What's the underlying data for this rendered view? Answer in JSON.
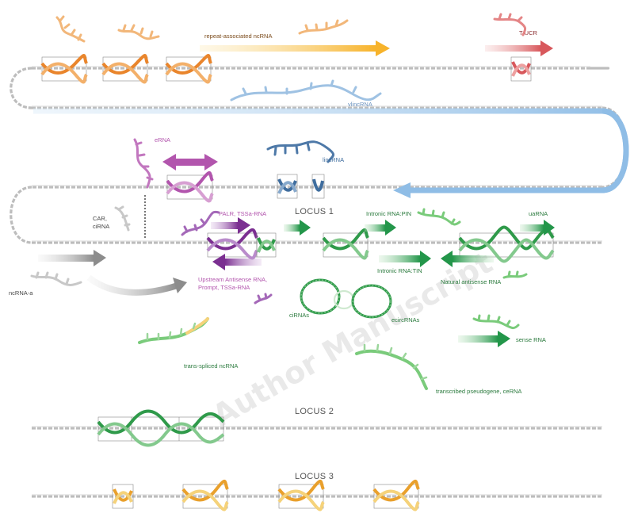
{
  "watermark": "Author Manuscript",
  "loci": {
    "locus1": "LOCUS 1",
    "locus2": "LOCUS 2",
    "locus3": "LOCUS 3"
  },
  "labels": {
    "repeat": "repeat-associated ncRNA",
    "tucr": "T-UCR",
    "vlinc": "vlincRNA",
    "erna": "eRNA",
    "linc": "lincRNA",
    "car": "CAR,",
    "cirna": "ciRNA",
    "palr": "PALR, TSSa-RNA",
    "pin": "Intronic RNA:PIN",
    "uarna": "uaRNA",
    "tin": "Intronic RNA:TIN",
    "natural": "Natural antisense RNA",
    "upstream1": "Upstream Antisense RNA,",
    "upstream2": "Prompt, TSSa-RNA",
    "ncrnaa": "ncRNA-a",
    "circ": "ciRNAs",
    "ecirc": "ecircRNAs",
    "sense": "sense RNA",
    "trans": "trans-spliced ncRNA",
    "pseudo": "transcribed pseudogene, ceRNA"
  },
  "colors": {
    "backbone": "#bdbdbd",
    "orange": "#e9852c",
    "yellow": "#f7b32b",
    "red": "#d8585c",
    "blue": "#8fbde6",
    "navy": "#3f6d9e",
    "purple": "#8b3e9f",
    "magenta": "#b255ad",
    "green": "#2f9a4a",
    "lightgreen": "#6cc36b",
    "gray": "#8f8f8f"
  }
}
